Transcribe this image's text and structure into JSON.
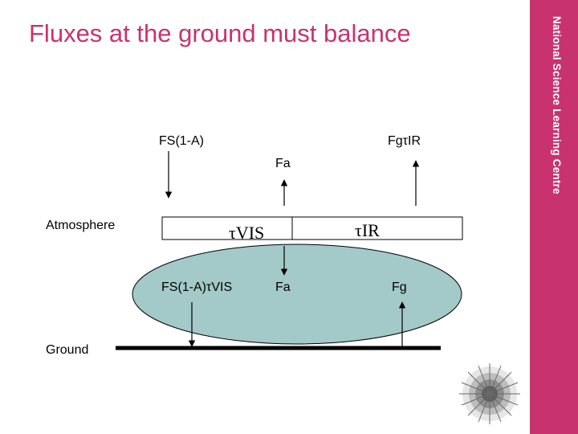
{
  "slide": {
    "title": "Fluxes at the ground must balance",
    "sidebar_text": "National Science Learning Centre"
  },
  "labels": {
    "fs_top": "FS(1-A)",
    "fg_tau_ir": "FgτIR",
    "fa_top": "Fa",
    "atmosphere": "Atmosphere",
    "tau_vis": "τVIS",
    "tau_ir": "τIR",
    "fs_tau_vis": "FS(1-A)τVIS",
    "fa_bottom": "Fa",
    "fg": "Fg",
    "ground": "Ground"
  },
  "colors": {
    "accent": "#c8336e",
    "ellipse_fill": "#a3c9c9",
    "text": "#000000"
  }
}
